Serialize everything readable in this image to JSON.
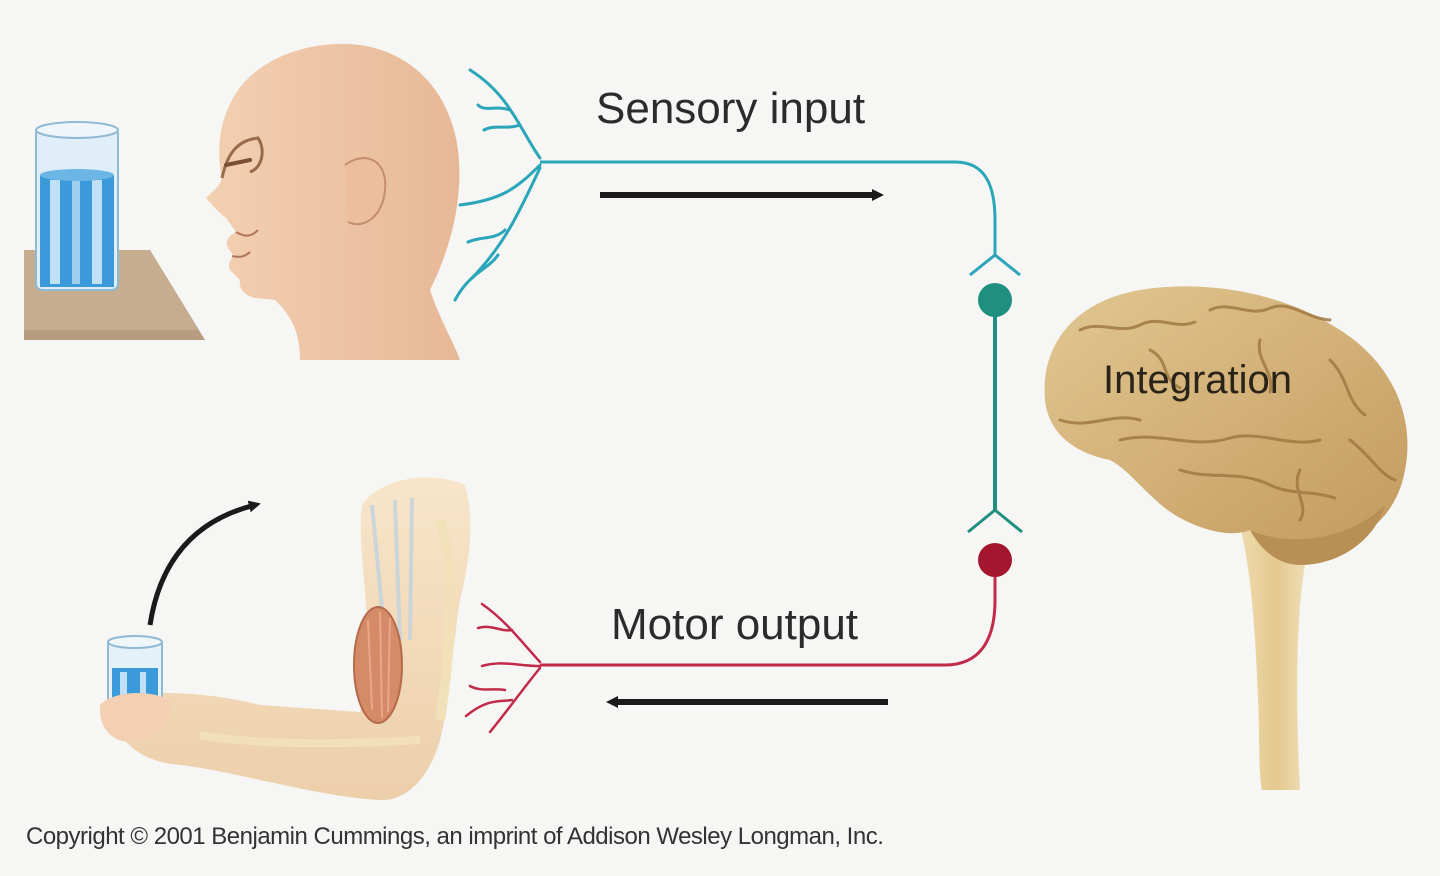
{
  "labels": {
    "sensory_input": "Sensory input",
    "integration": "Integration",
    "motor_output": "Motor output",
    "copyright": "Copyright © 2001 Benjamin Cummings, an imprint of Addison Wesley Longman, Inc."
  },
  "colors": {
    "background": "#f6f6f4",
    "sensory_nerve": "#2aa6b8",
    "interneuron": "#1f8f80",
    "motor_nerve": "#c22a4a",
    "motor_neuron_body": "#a3162e",
    "arrow": "#1a1a1a",
    "brain": "#d2b47c",
    "skin": "#f1c9a8",
    "muscle": "#d58a68",
    "water": "#2f96d6"
  }
}
